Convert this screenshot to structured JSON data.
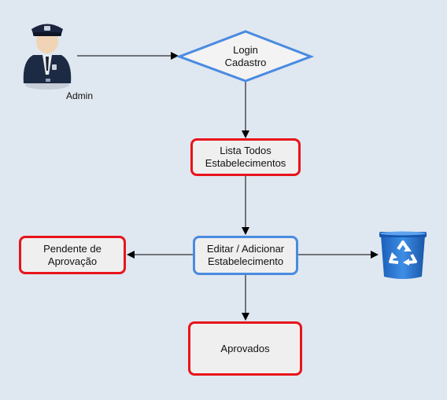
{
  "diagram": {
    "admin": {
      "label": "Admin",
      "icon": "police-officer-icon"
    },
    "login": {
      "text": "Login\nCadastro"
    },
    "lista": {
      "text": "Lista Todos\nEstabelecimentos"
    },
    "editar": {
      "text": "Editar / Adicionar\nEstabelecimento"
    },
    "pendente": {
      "text": "Pendente de\nAprovação"
    },
    "aprovados": {
      "text": "Aprovados"
    },
    "trash": {
      "icon": "recycle-bin-icon"
    },
    "colors": {
      "background": "#dfe7f0",
      "red_border": "#e8141b",
      "blue_border": "#4a8be0",
      "node_fill": "#efefef"
    }
  }
}
